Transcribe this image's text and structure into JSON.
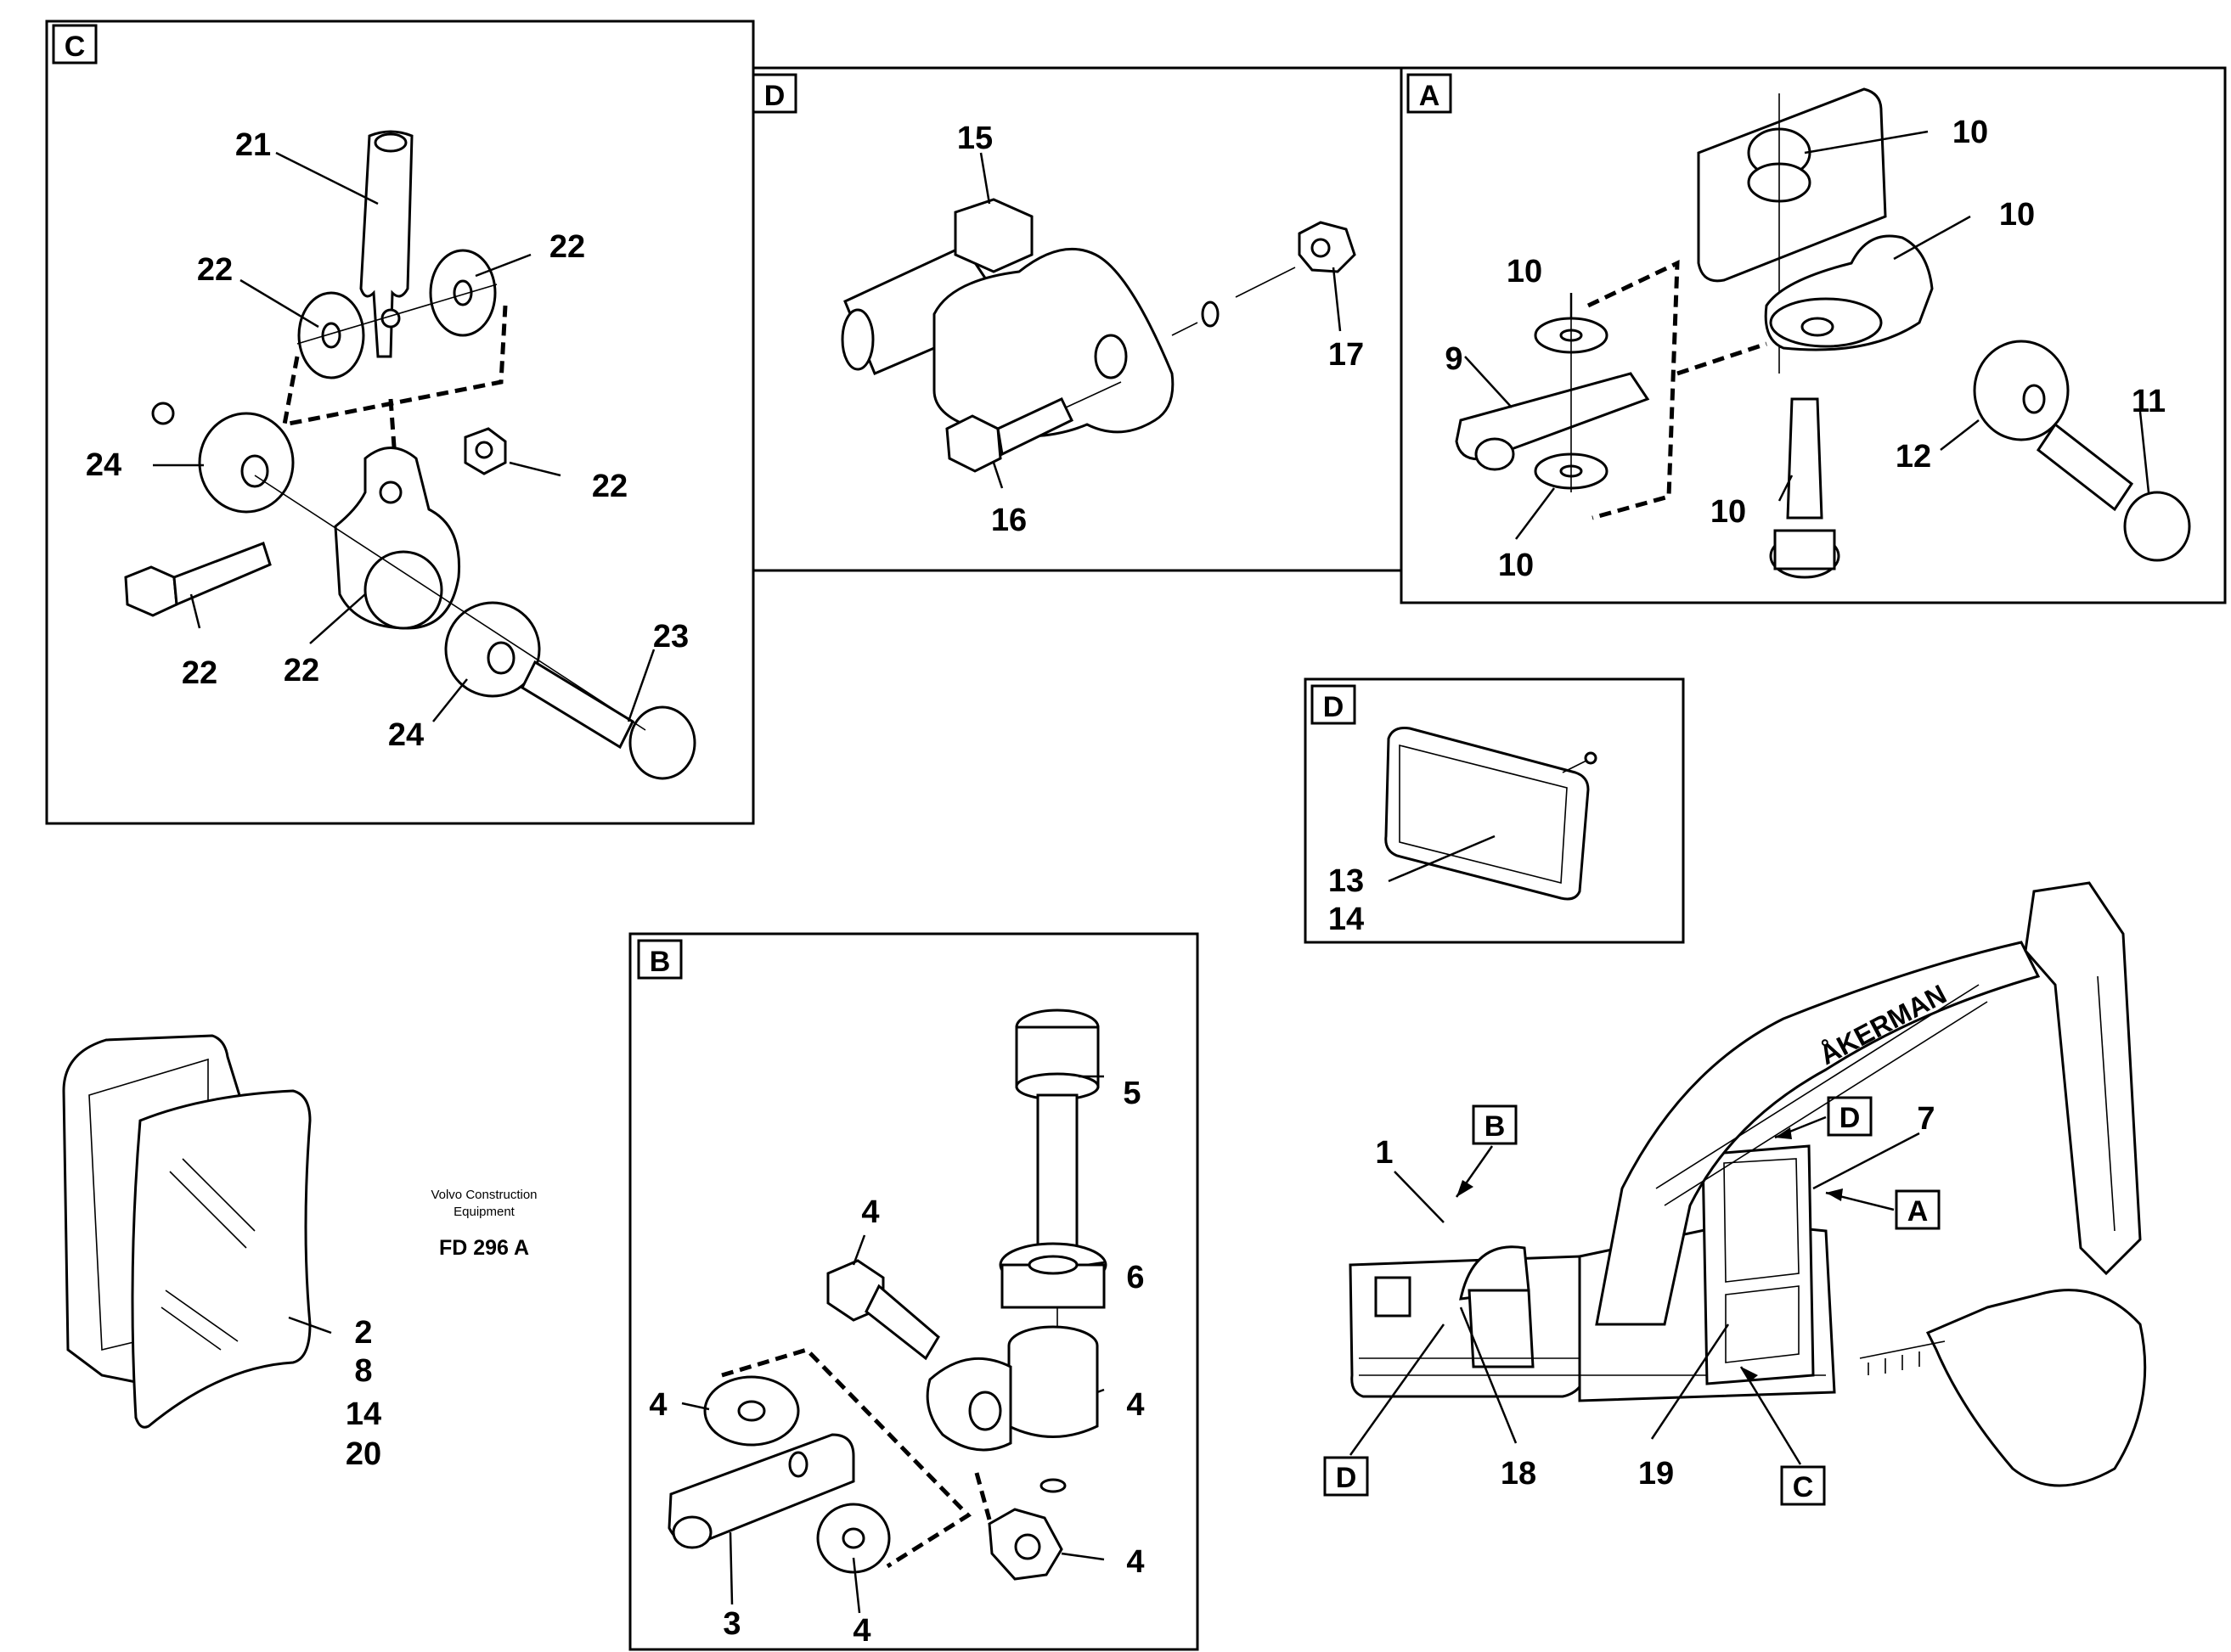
{
  "panels": {
    "C": {
      "tag": "C",
      "labels": [
        "21",
        "22",
        "22",
        "24",
        "22",
        "22",
        "22",
        "24",
        "23"
      ]
    },
    "D_top": {
      "tag": "D",
      "labels": [
        "15",
        "17",
        "16"
      ]
    },
    "A": {
      "tag": "A",
      "labels": [
        "10",
        "10",
        "10",
        "9",
        "11",
        "12",
        "10",
        "10"
      ]
    },
    "D_reflector": {
      "tag": "D",
      "labels": [
        "13",
        "14"
      ]
    },
    "B": {
      "tag": "B",
      "labels": [
        "5",
        "4",
        "6",
        "4",
        "4",
        "4",
        "3",
        "4"
      ]
    }
  },
  "mirror": {
    "labels": [
      "2",
      "8",
      "14",
      "20"
    ]
  },
  "credit": {
    "line1": "Volvo Construction",
    "line2": "Equipment",
    "code": "FD 296 A"
  },
  "excavator": {
    "brand": "ÅKERMAN",
    "labels": [
      "1",
      "7",
      "18",
      "19"
    ],
    "callouts": [
      "B",
      "D",
      "A",
      "D",
      "C"
    ]
  }
}
